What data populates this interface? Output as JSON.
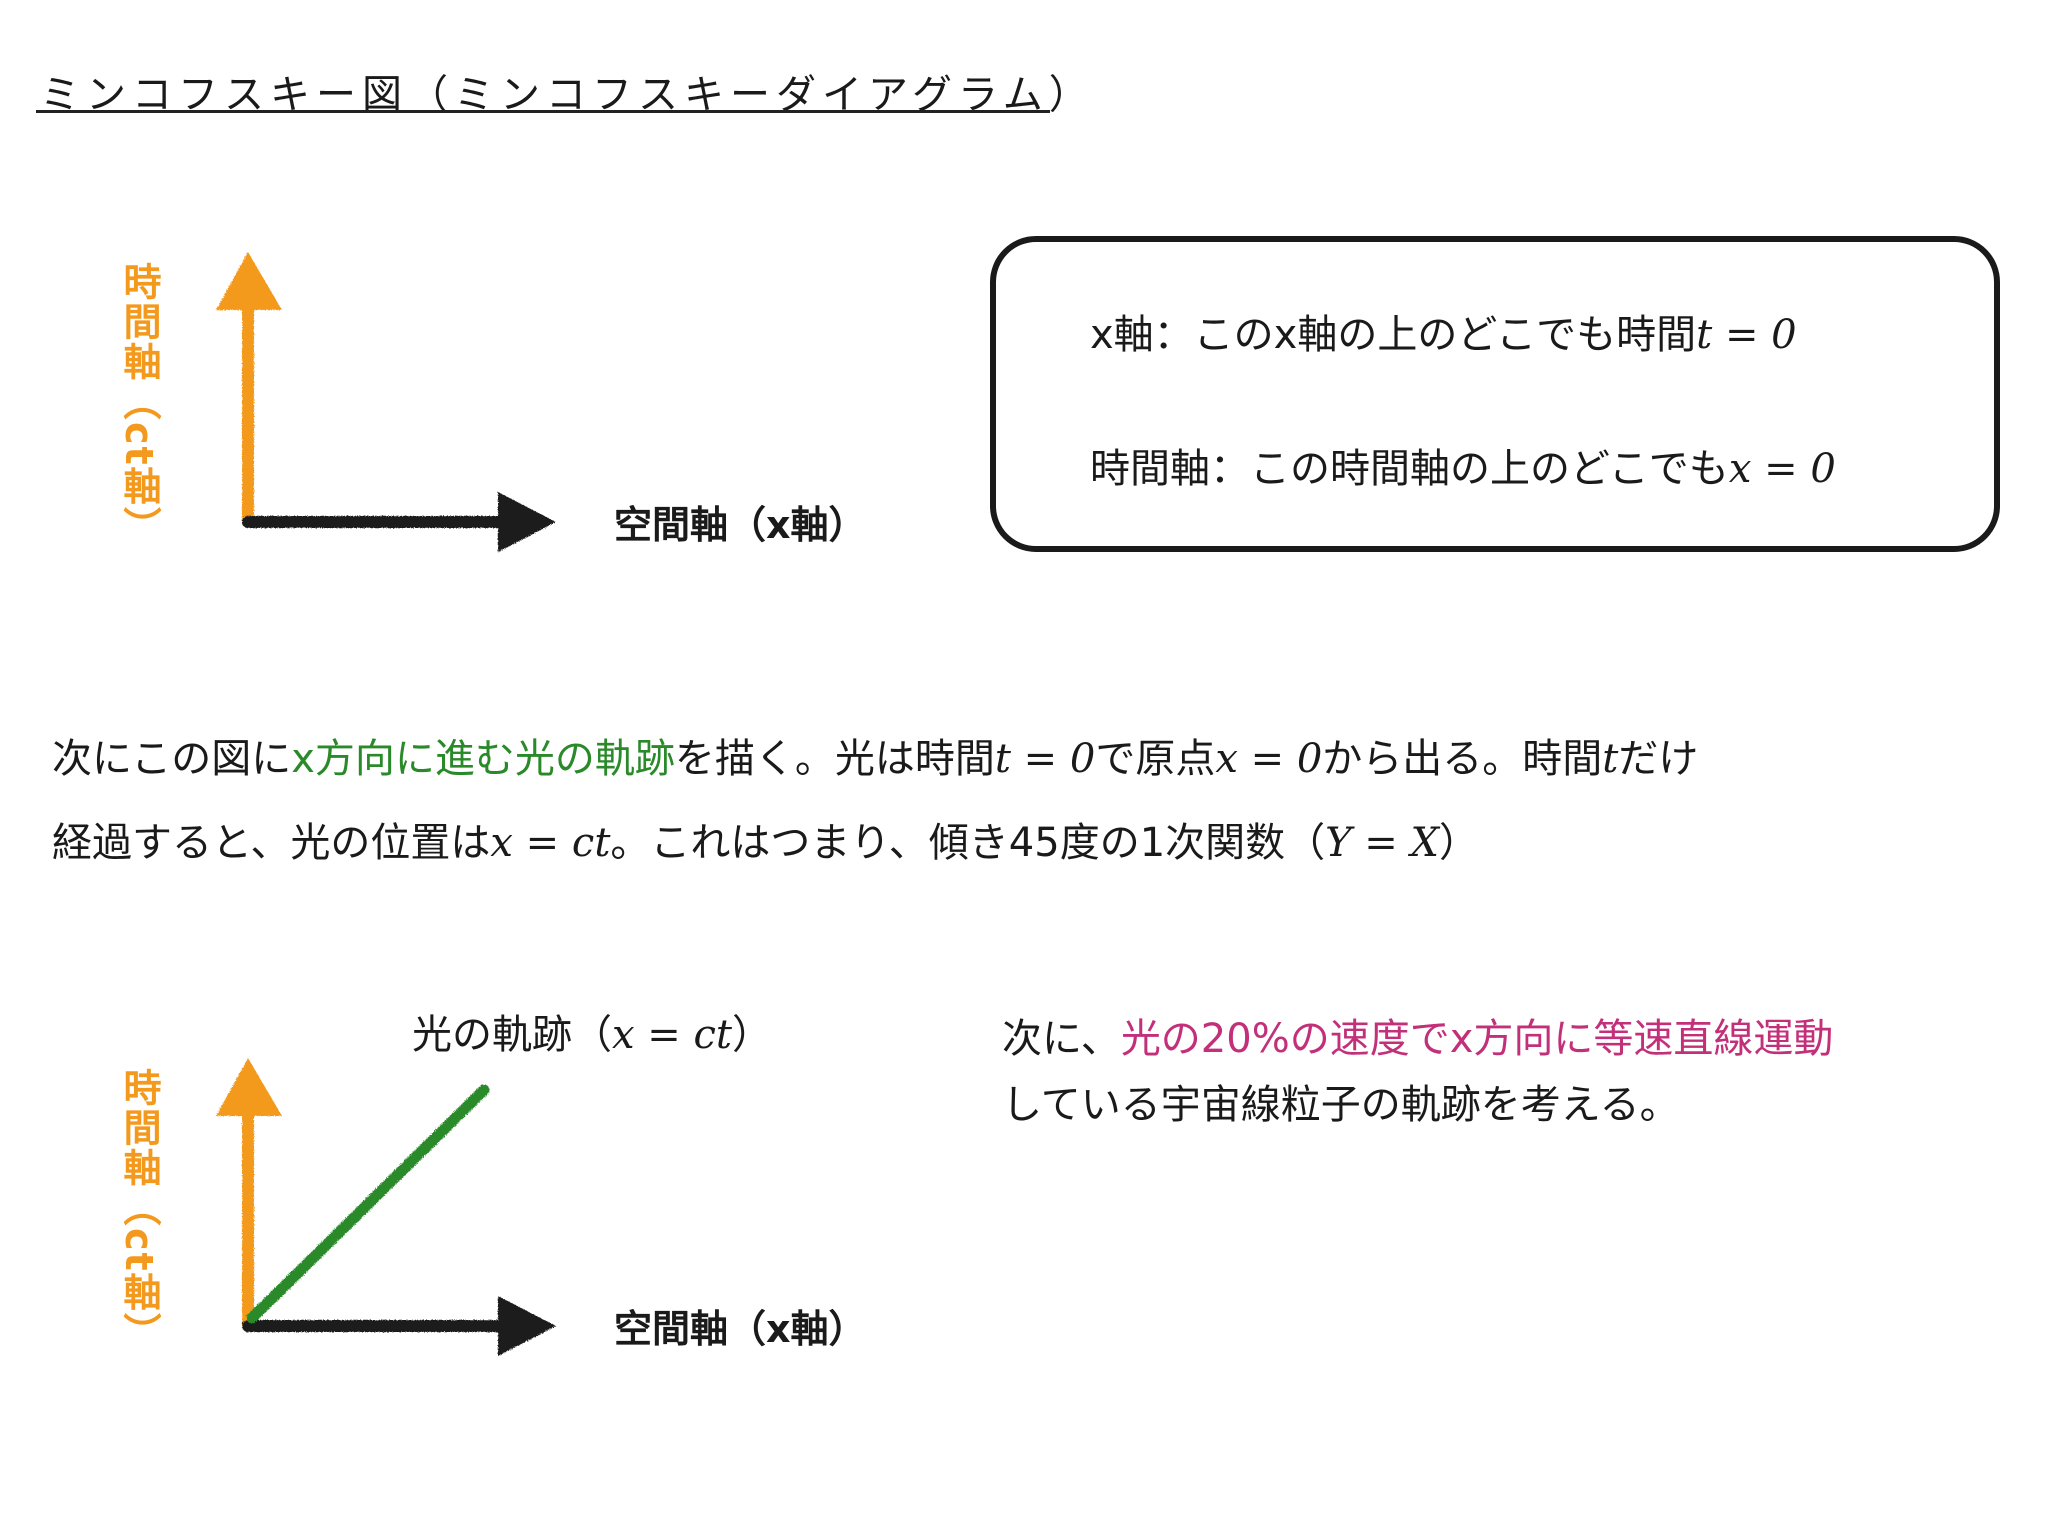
{
  "title": "ミンコフスキー図（ミンコフスキーダイアグラム）",
  "diagram1": {
    "time_axis_label": "時間軸（ct軸）",
    "space_axis_label": "空間軸（x軸）"
  },
  "info_box": {
    "line1_text": "x軸：このx軸の上のどこでも時間",
    "line1_math": "t = 0",
    "line2_text": "時間軸：この時間軸の上のどこでも",
    "line2_math": "x = 0"
  },
  "paragraph1": {
    "p1": "次にこの図に",
    "p2_green": "x方向に進む光の軌跡",
    "p3": "を描く。光は時間",
    "m1": "t = 0",
    "p4": "で原点",
    "m2": "x = 0",
    "p5": "から出る。時間",
    "m3": "t",
    "p6": "だけ",
    "q1": "経過すると、光の位置は",
    "m4": "x = ct",
    "q2": "。これはつまり、傾き45度の1次関数（",
    "m5": "Y = X",
    "q3": "）"
  },
  "diagram2": {
    "light_label_text": "光の軌跡（",
    "light_label_math": "x = ct",
    "light_label_close": "）",
    "time_axis_label": "時間軸（ct軸）",
    "space_axis_label": "空間軸（x軸）"
  },
  "paragraph2": {
    "a1": "次に、",
    "a2_pink": "光の20%の速度でx方向に等速直線運動",
    "b1": "している宇宙線粒子の軌跡を考える。"
  },
  "colors": {
    "time_axis": "#f39a1e",
    "space_axis": "#1a1a1a",
    "light_path": "#2a8a2a",
    "highlight_pink": "#c2307a"
  }
}
